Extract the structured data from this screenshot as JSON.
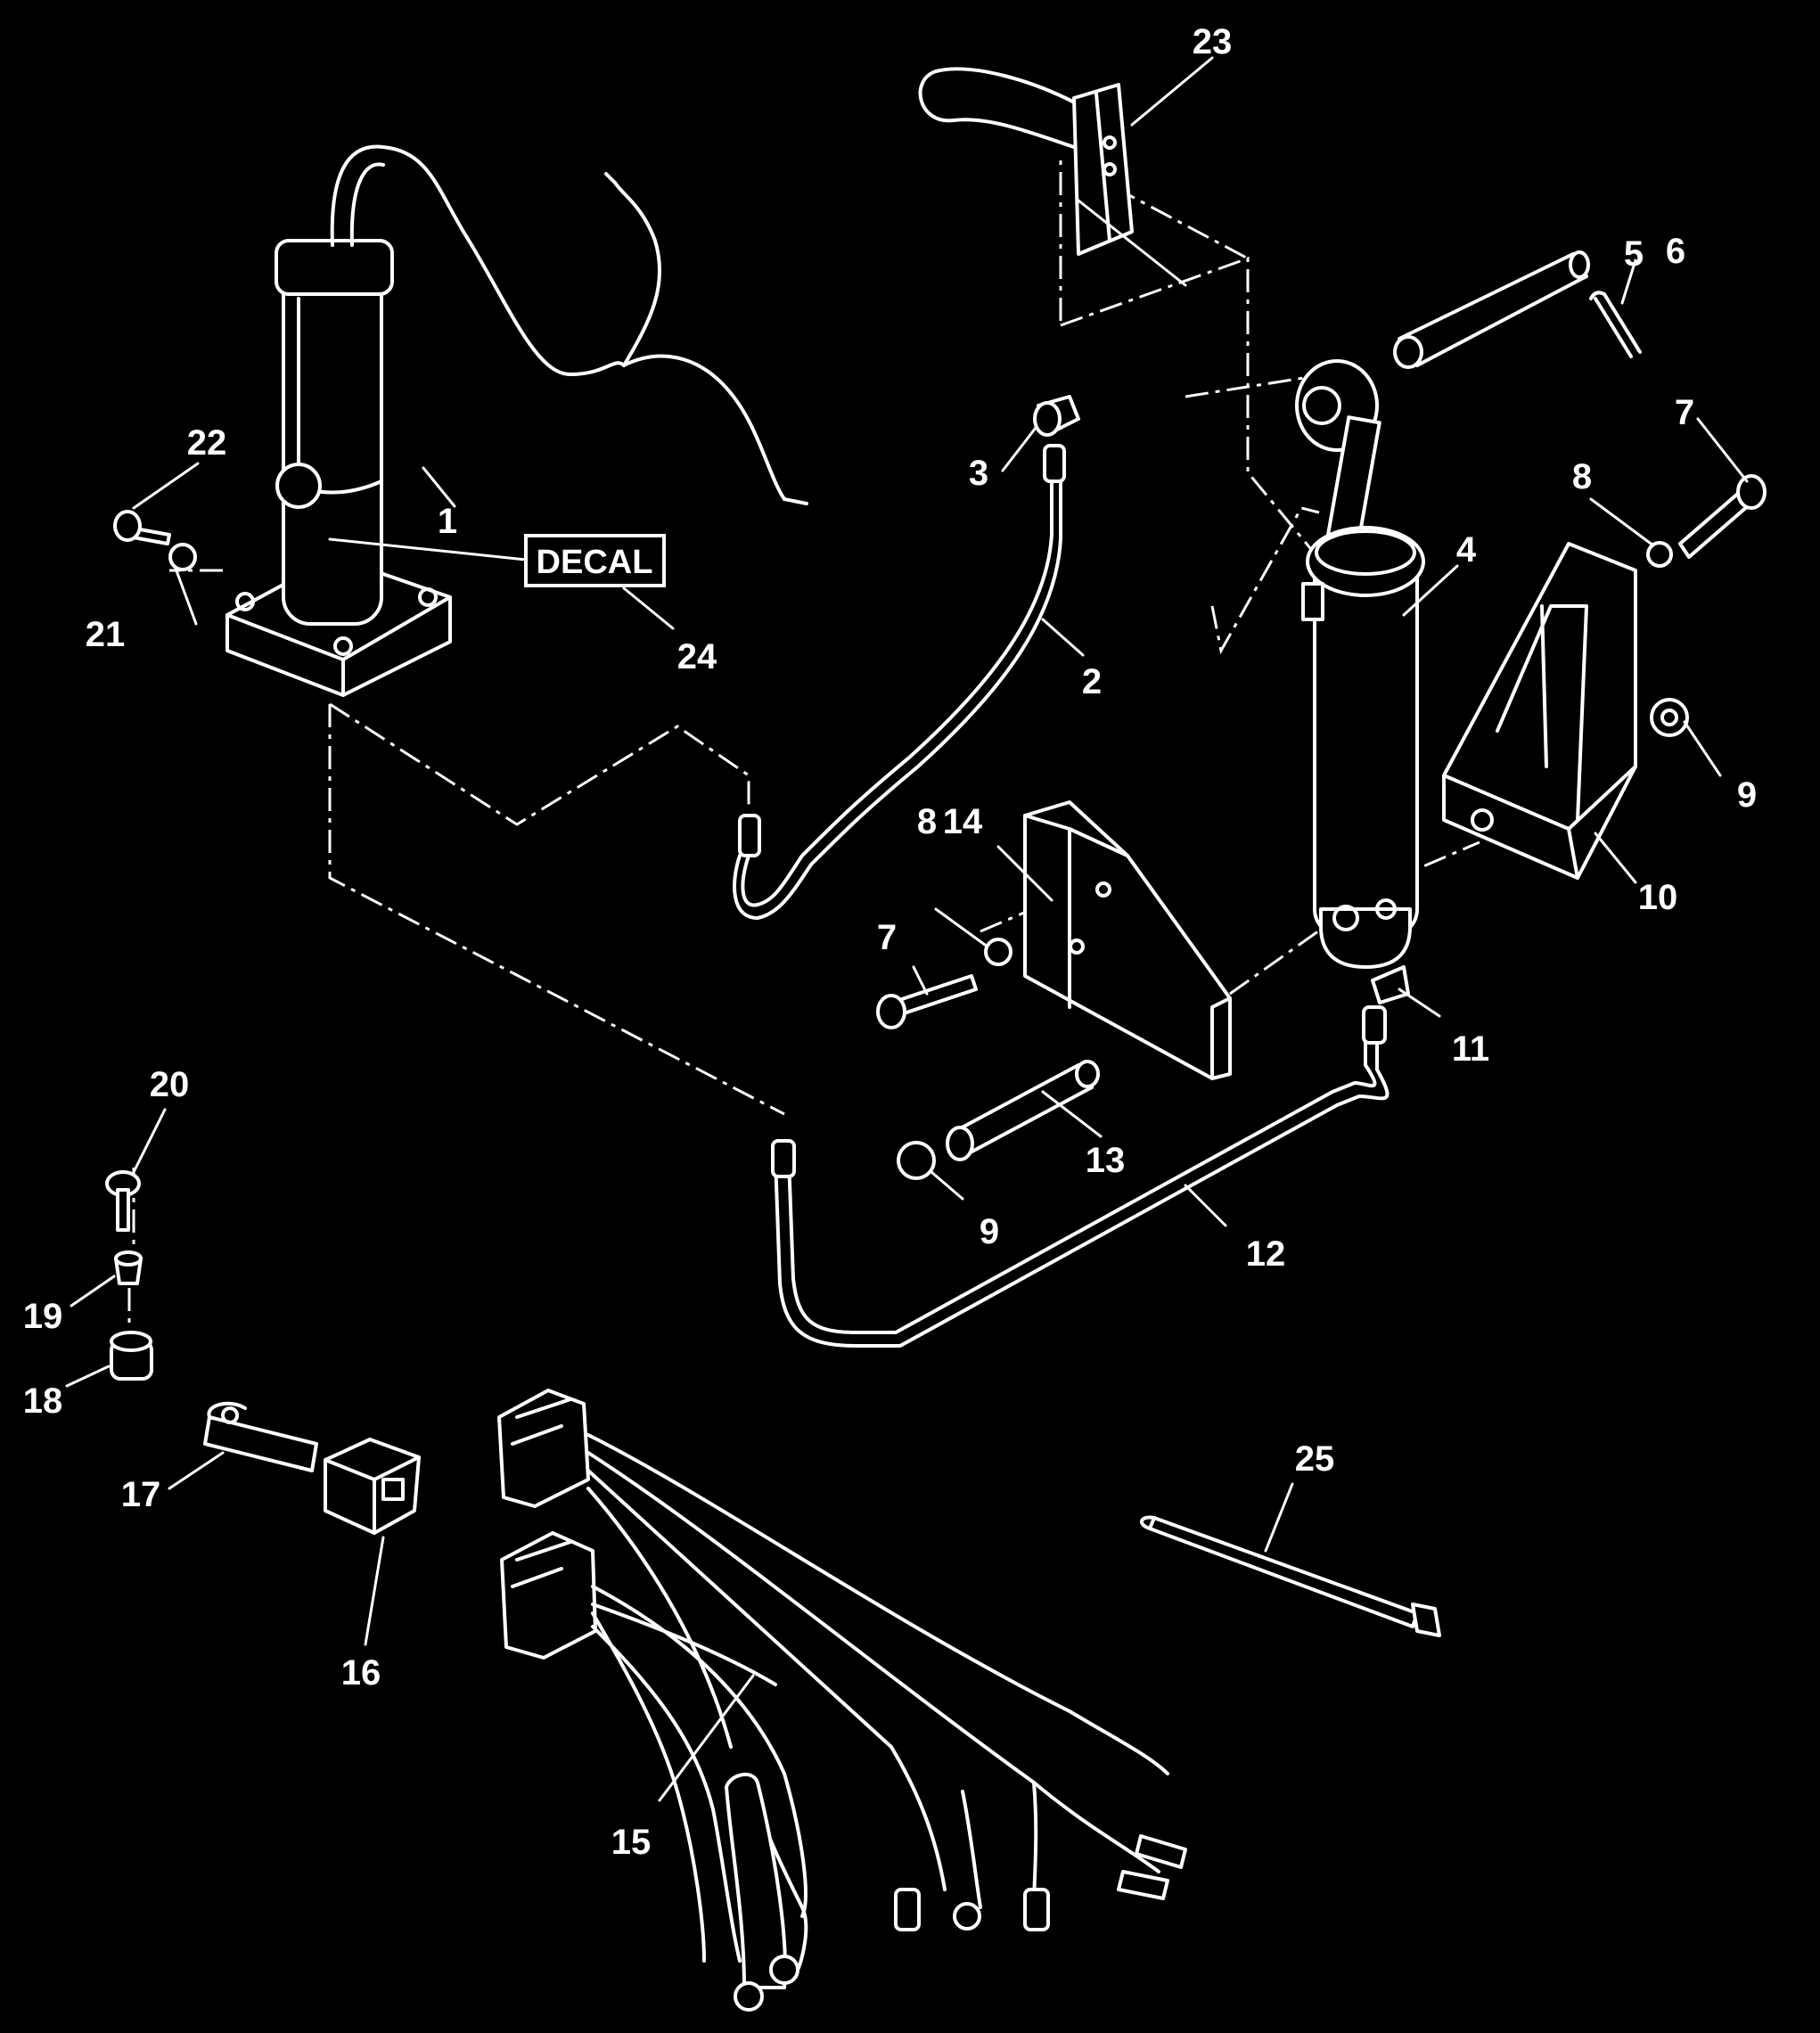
{
  "callouts": [
    "1",
    "2",
    "3",
    "4",
    "5",
    "6",
    "7",
    "8",
    "9",
    "10",
    "11",
    "12",
    "13",
    "14",
    "15",
    "16",
    "17",
    "18",
    "19",
    "20",
    "21",
    "22",
    "23",
    "24",
    "25"
  ],
  "extra_callouts": [
    "7",
    "8",
    "9"
  ],
  "decal_label": "DECAL",
  "colors": {
    "background": "#000000",
    "line": "#ffffff"
  }
}
